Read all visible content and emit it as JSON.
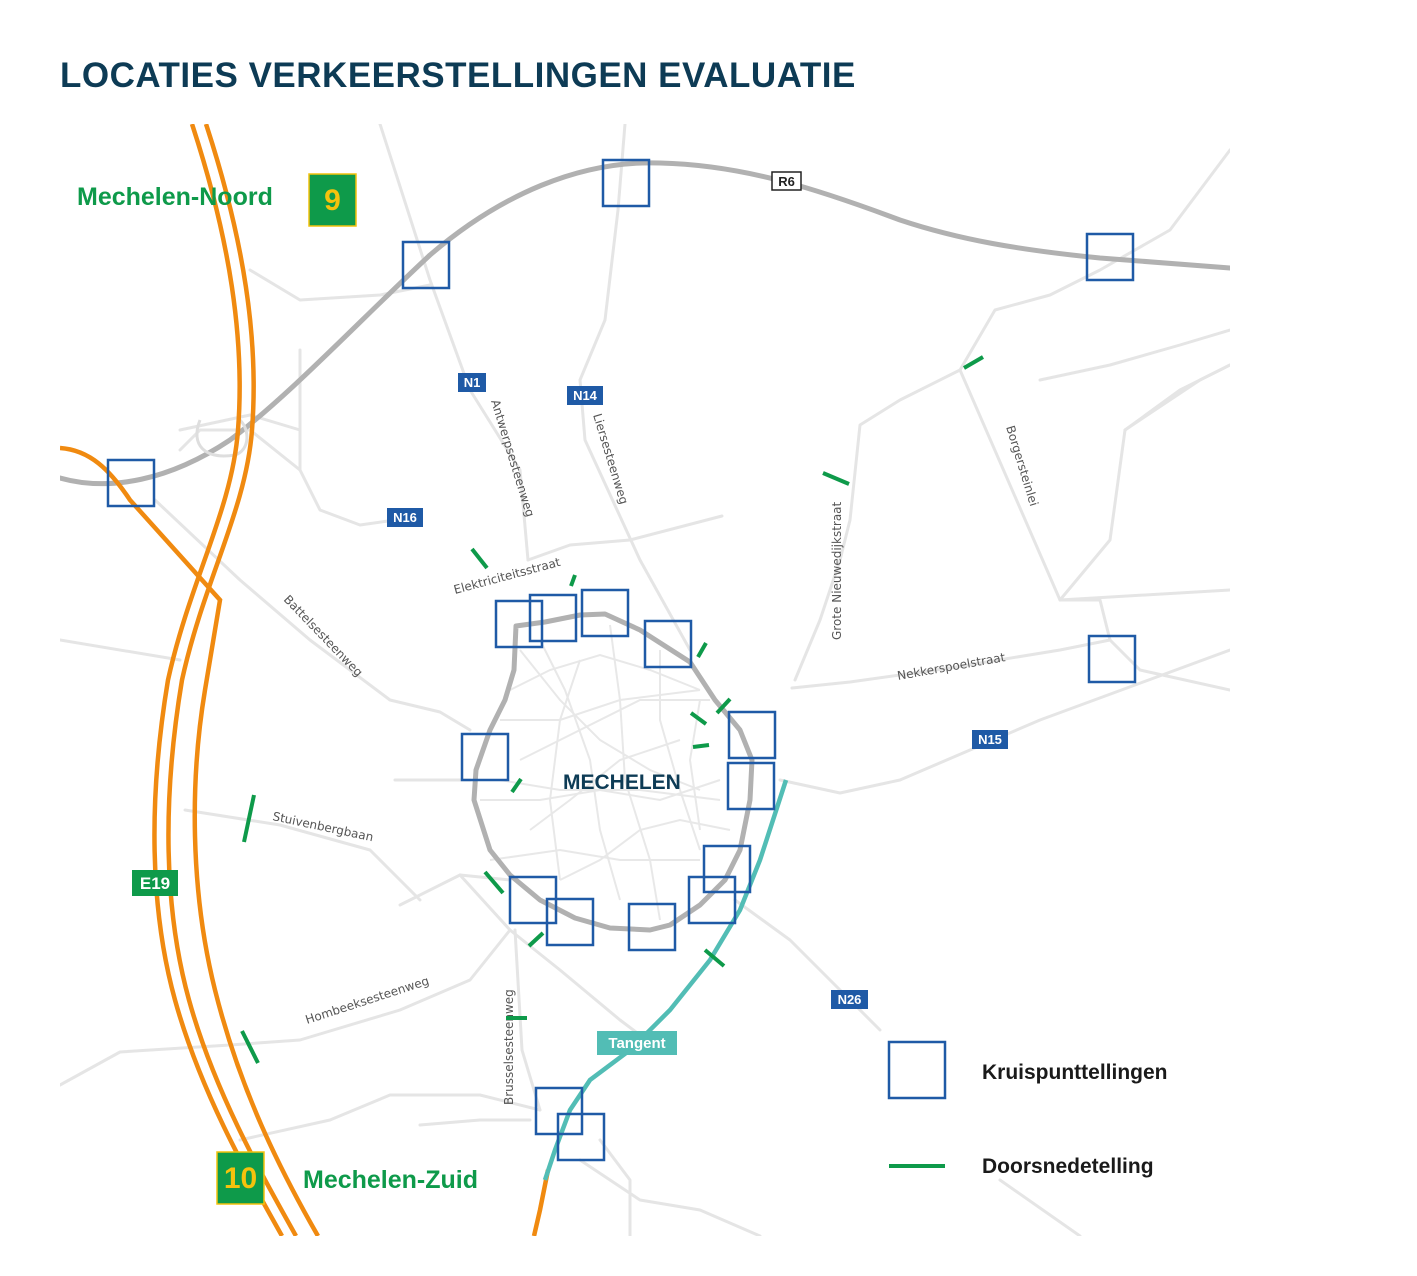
{
  "title": "LOCATIES VERKEERSTELLINGEN EVALUATIE",
  "city_label": "MECHELEN",
  "exits": [
    {
      "number": "9",
      "name": "Mechelen-Noord"
    },
    {
      "number": "10",
      "name": "Mechelen-Zuid"
    }
  ],
  "road_shields": {
    "r6": "R6",
    "n1": "N1",
    "n14": "N14",
    "n16": "N16",
    "n15": "N15",
    "n26": "N26",
    "e19": "E19",
    "tangent": "Tangent"
  },
  "streets": {
    "antwerpsesteenweg": "Antwerpsesteenweg",
    "liersesteenweg": "Liersesteenweg",
    "borgersteinlei": "Borgersteinlei",
    "grote_nieuwedijkstraat": "Grote Nieuwedijkstraat",
    "elektriciteitsstraat": "Elektriciteitsstraat",
    "battelsesteenweg": "Battelsesteenweg",
    "nekkerspoelstraat": "Nekkerspoelstraat",
    "stuivenbergbaan": "Stuivenbergbaan",
    "hombeeksesteenweg": "Hombeeksesteenweg",
    "brusselsesteenweg": "Brusselsesteenweg"
  },
  "legend": {
    "intersection": "Kruispunttellingen",
    "cross_section": "Doorsnedetelling"
  },
  "colors": {
    "title": "#0d3b55",
    "intersection_box": "#1f5aa6",
    "cross_section": "#0e9a4a",
    "highway": "#f08a10",
    "ring": "#b1b1b1",
    "tangent": "#52bdb5",
    "shield_blue": "#1f5aa6",
    "shield_green": "#0e9a4a",
    "exit_badge_text": "#f4c20d"
  }
}
